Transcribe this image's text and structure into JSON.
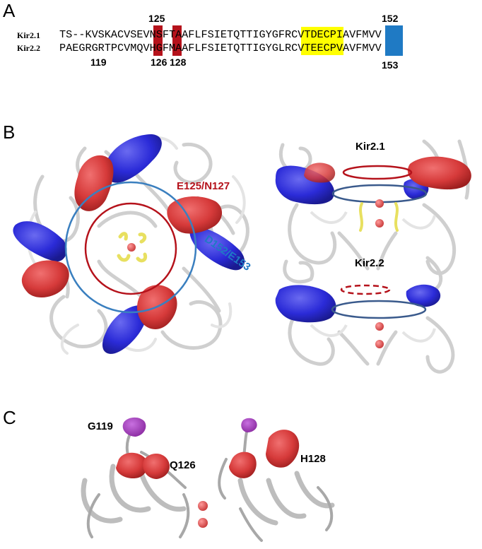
{
  "panels": {
    "a": "A",
    "b": "B",
    "c": "C"
  },
  "alignment": {
    "rows": [
      {
        "name": "Kir2.1",
        "sequence": "TS--KVSKACVSEVNSFTAAFLFSIETQTTIGYGFRCVTDECPIAVFMVV"
      },
      {
        "name": "Kir2.2",
        "sequence": "PAEGRGRTPCVMQVHGFMAAFLFSIETQTTIGYGLRCVTEECPVAVFMVV"
      }
    ],
    "numbers_top": [
      "125",
      "152"
    ],
    "numbers_bottom": [
      "119",
      "126",
      "128",
      "153"
    ],
    "colors": {
      "red": "#b5121b",
      "yellow": "#ffff00",
      "blue": "#1f7ac4"
    }
  },
  "panel_b": {
    "label_e125_n127": "E125/N127",
    "label_d152_e153": "D152/E153",
    "kir21_title": "Kir2.1",
    "kir22_title": "Kir2.2",
    "colors": {
      "red_residue": "#d63a3a",
      "blue_residue": "#2b2bd8",
      "red_ring": "#b5121b",
      "blue_ring": "#3a7fbf",
      "ion": "#e06060",
      "filter": "#e8e060",
      "cartoon": "#c8c8c8"
    }
  },
  "panel_c": {
    "g119": "G119",
    "q126": "Q126",
    "h128": "H128",
    "colors": {
      "purple": "#9b30b0",
      "red_residue": "#d63a3a"
    }
  }
}
